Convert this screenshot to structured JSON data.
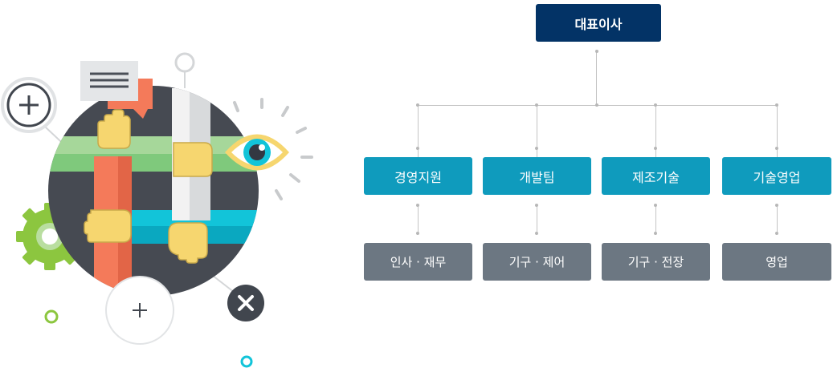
{
  "org_chart": {
    "ceo": "대표이사",
    "departments": [
      {
        "label": "경영지원",
        "team": "인사 · 재무"
      },
      {
        "label": "개발팀",
        "team": "기구 · 제어"
      },
      {
        "label": "제조기술",
        "team": "기구 · 전장"
      },
      {
        "label": "기술영업",
        "team": "영업"
      }
    ]
  },
  "colors": {
    "ceo_box": "#033366",
    "department_box": "#0f9bbd",
    "team_box": "#6c7782",
    "connector": "#c4c4c4"
  },
  "illustration": {
    "icons": [
      "plus-circle-icon",
      "speech-bubble-icon",
      "eye-icon",
      "gear-icon",
      "close-circle-icon",
      "hands-teamwork-icon"
    ]
  }
}
